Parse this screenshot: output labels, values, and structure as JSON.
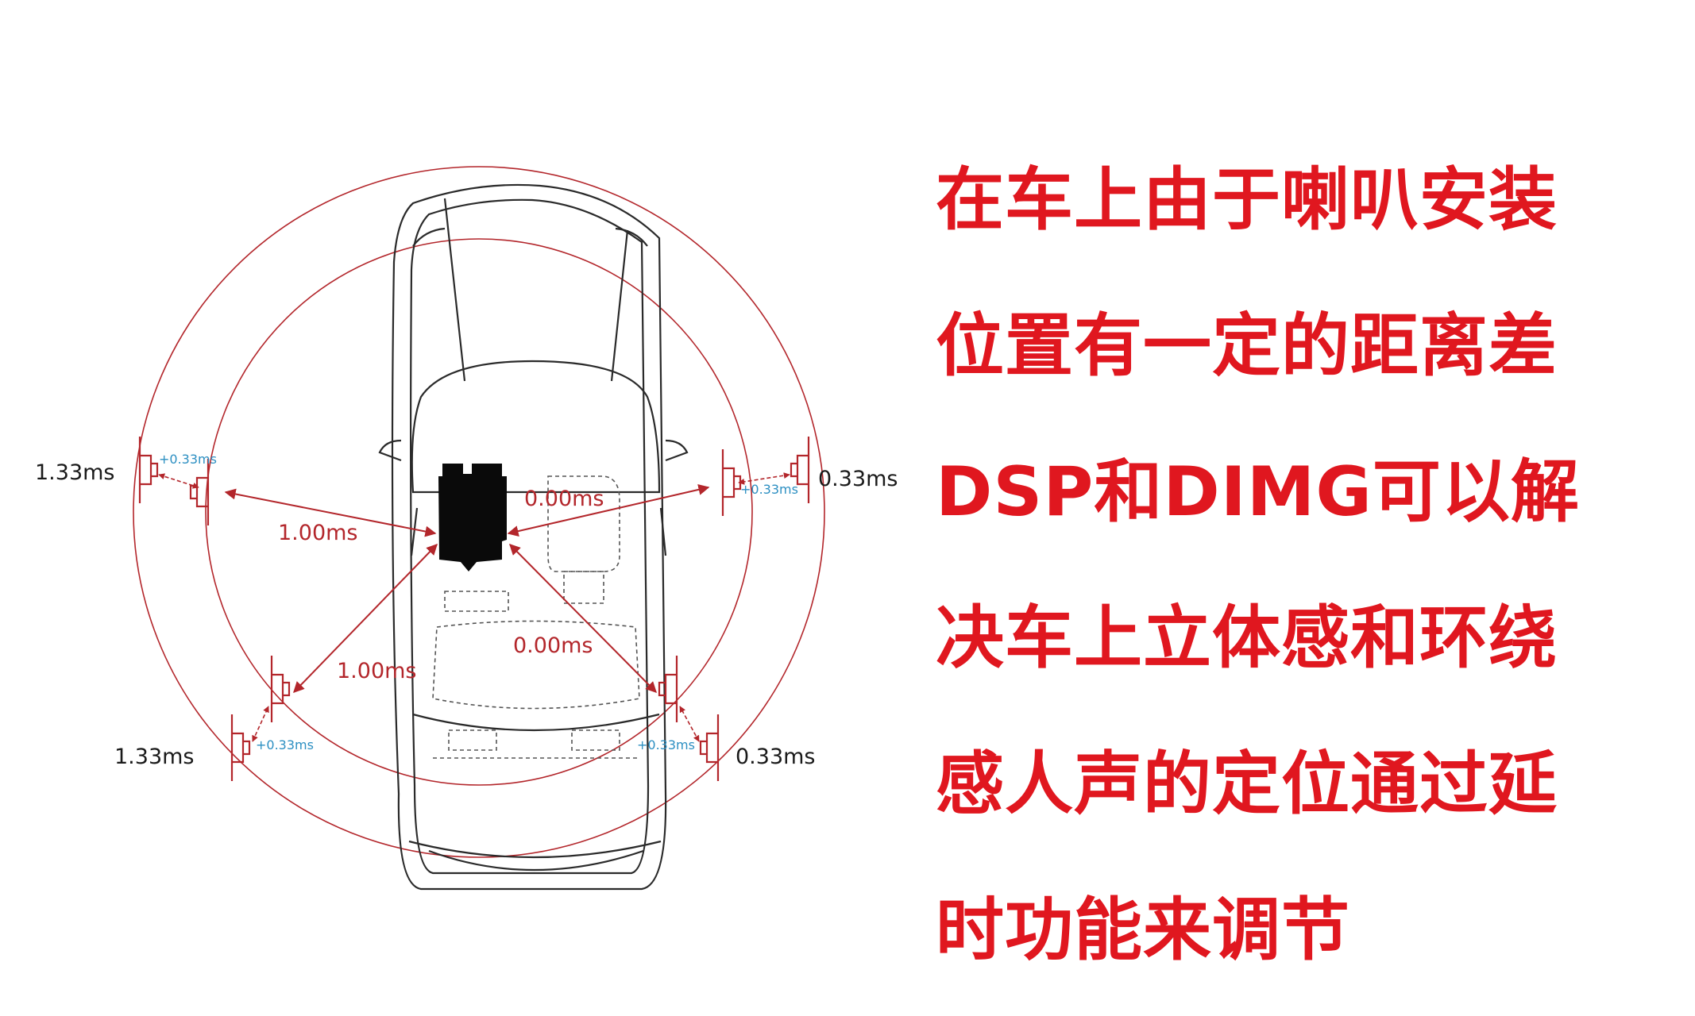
{
  "diagram": {
    "speakers": {
      "front_left_outer": {
        "delay": "1.33ms",
        "offset": "+0.33ms"
      },
      "front_left_inner": {
        "delay": "1.00ms"
      },
      "front_right_outer": {
        "delay": "0.33ms",
        "offset": "+0.33ms"
      },
      "front_right_inner": {
        "delay": "0.00ms"
      },
      "rear_left_outer": {
        "delay": "1.33ms",
        "offset": "+0.33ms"
      },
      "rear_left_inner": {
        "delay": "1.00ms"
      },
      "rear_right_outer": {
        "delay": "0.33ms",
        "offset": "+0.33ms"
      },
      "rear_right_inner": {
        "delay": "0.00ms"
      }
    },
    "colors": {
      "circle": "#b3262b",
      "arrow": "#b3262b",
      "car_outline": "#2a2a2a",
      "seat_outline": "#555555",
      "offset_text": "#2c8fc2",
      "caption": "#e0171f"
    },
    "icons": [
      "car-outline-icon",
      "speaker-icon",
      "driver-seat-icon"
    ]
  },
  "caption": {
    "lines": [
      "在车上由于喇叭安装",
      "位置有一定的距离差",
      "DSP和DIMG可以解",
      "决车上立体感和环绕",
      "感人声的定位通过延",
      "时功能来调节"
    ]
  }
}
